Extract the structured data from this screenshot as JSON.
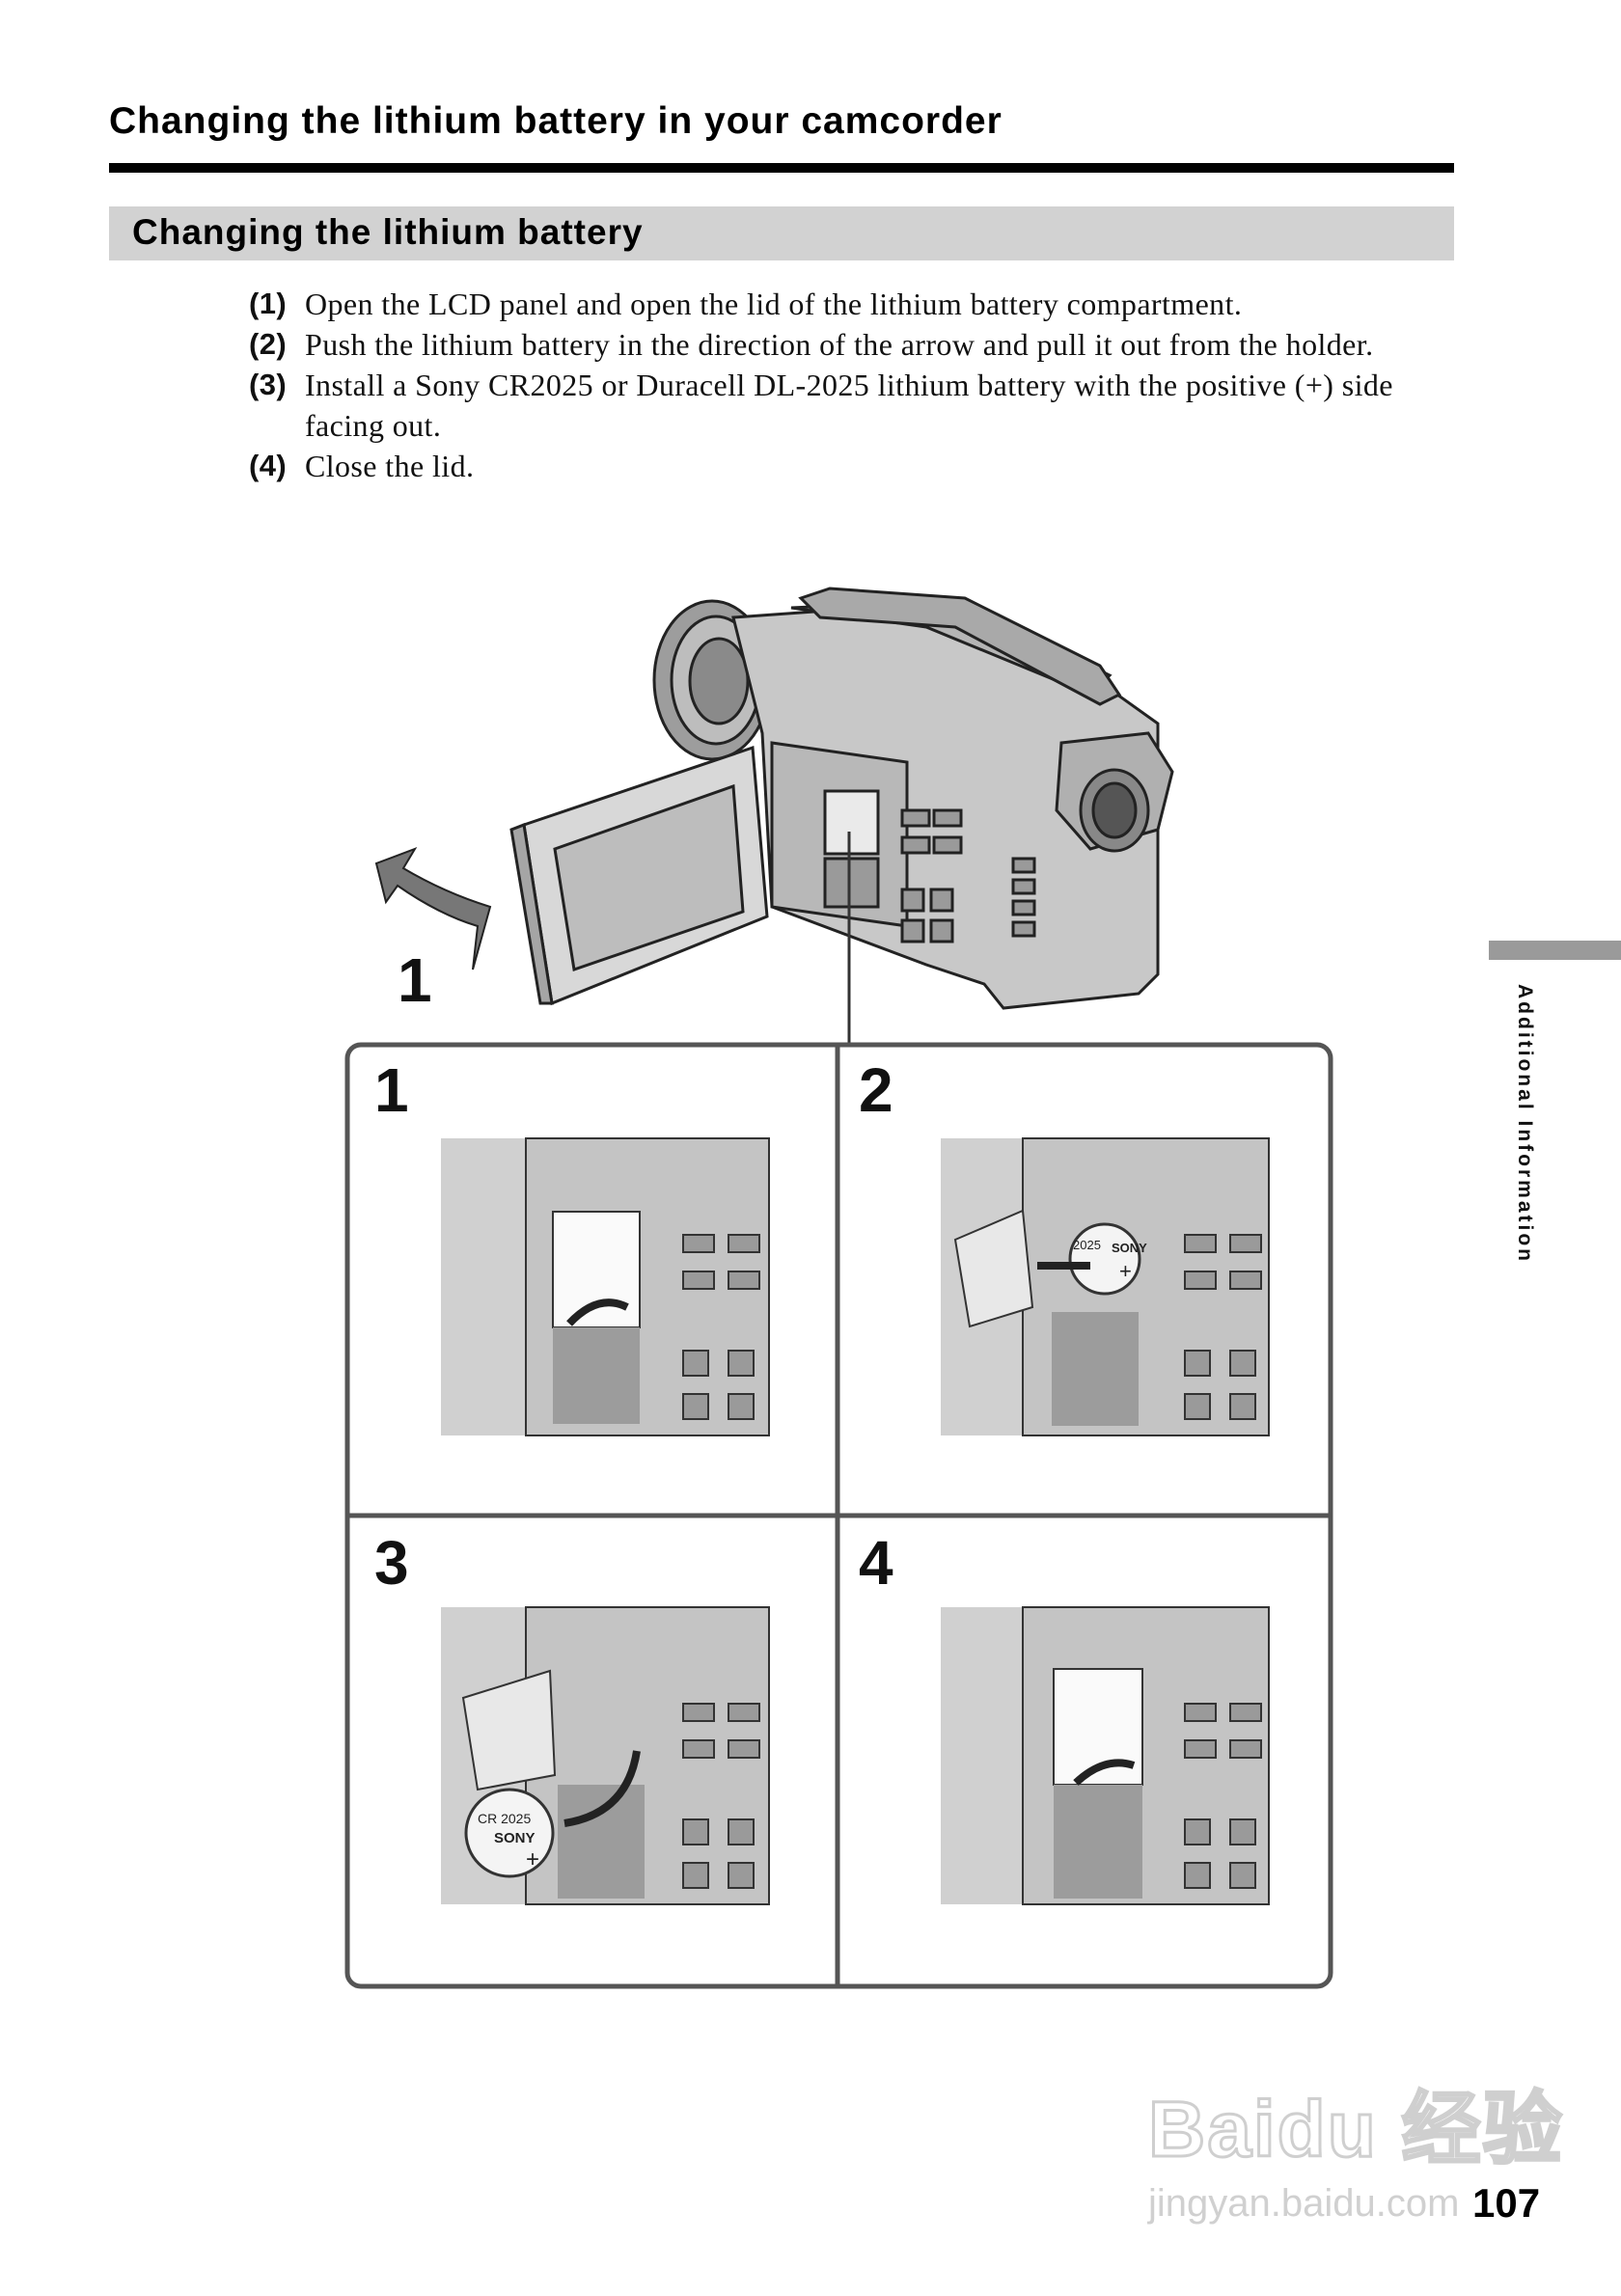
{
  "header": {
    "title": "Changing the lithium battery in your camcorder"
  },
  "section": {
    "title": "Changing the lithium battery"
  },
  "steps": [
    {
      "num": "(1)",
      "text": "Open the LCD panel and open the lid of the lithium battery compartment."
    },
    {
      "num": "(2)",
      "text": "Push the lithium battery in the direction of the arrow and pull it out from the holder."
    },
    {
      "num": "(3)",
      "text": "Install a Sony CR2025 or Duracell DL-2025 lithium battery with the positive (+) side facing out."
    },
    {
      "num": "(4)",
      "text": "Close the lid."
    }
  ],
  "figure": {
    "callout": "1",
    "panels": [
      "1",
      "2",
      "3",
      "4"
    ],
    "battery_labels": {
      "model": "2025",
      "model_full": "CR 2025",
      "brand": "SONY",
      "polarity": "+"
    }
  },
  "side_tab": {
    "label": "Additional Information"
  },
  "page_number": "107",
  "watermark": {
    "logo": "Baidu 经验",
    "url": "jingyan.baidu.com"
  }
}
